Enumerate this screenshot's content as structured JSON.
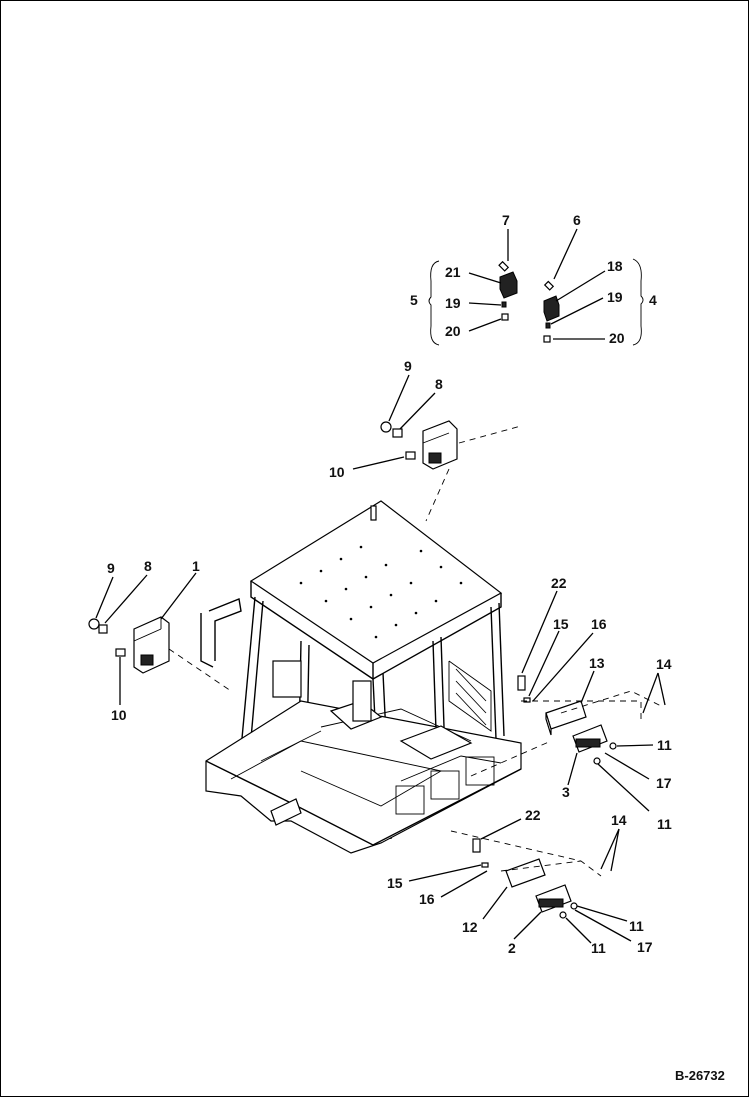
{
  "diagram": {
    "reference": "B-26732",
    "callouts": {
      "c7": "7",
      "c6": "6",
      "c21": "21",
      "c18": "18",
      "c5": "5",
      "c19a": "19",
      "c19b": "19",
      "c4": "4",
      "c20a": "20",
      "c20b": "20",
      "c9a": "9",
      "c8a": "8",
      "c10a": "10",
      "c9b": "9",
      "c8b": "8",
      "c1": "1",
      "c10b": "10",
      "c22a": "22",
      "c15a": "15",
      "c16a": "16",
      "c13": "13",
      "c14a": "14",
      "c11a": "11",
      "c3": "3",
      "c17a": "17",
      "c11b": "11",
      "c22b": "22",
      "c14b": "14",
      "c15b": "15",
      "c16b": "16",
      "c12": "12",
      "c11c": "11",
      "c2": "2",
      "c11d": "11",
      "c17b": "17"
    }
  }
}
